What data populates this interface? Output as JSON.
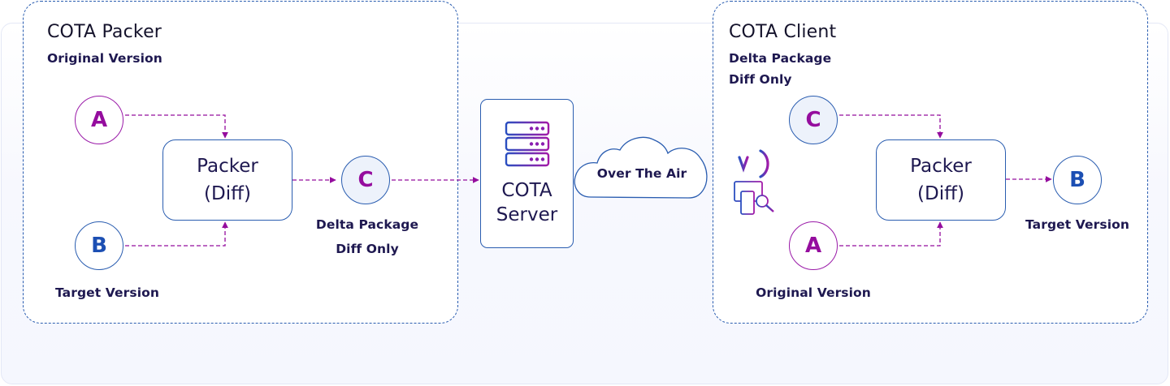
{
  "packer": {
    "title": "COTA Packer",
    "subtitle": "Original Version",
    "node_a": "A",
    "node_b": "B",
    "node_c": "C",
    "box_line1": "Packer",
    "box_line2": "(Diff)",
    "target_label": "Target Version",
    "output_label_line1": "Delta Package",
    "output_label_line2": "Diff Only"
  },
  "server": {
    "icon": "server-icon",
    "line1": "COTA",
    "line2": "Server"
  },
  "cloud": {
    "icon": "cloud-icon",
    "label": "Over The Air"
  },
  "client": {
    "title": "COTA Client",
    "subtitle_line1": "Delta Package",
    "subtitle_line2": "Diff Only",
    "device_icon": "ivi-device-icon",
    "node_c": "C",
    "node_a": "A",
    "node_b": "B",
    "box_line1": "Packer",
    "box_line2": "(Diff)",
    "original_label": "Original Version",
    "target_label": "Target Version"
  },
  "colors": {
    "accent_purple": "#950d9e",
    "accent_blue": "#2a5db0",
    "text_dark": "#1e1850"
  }
}
